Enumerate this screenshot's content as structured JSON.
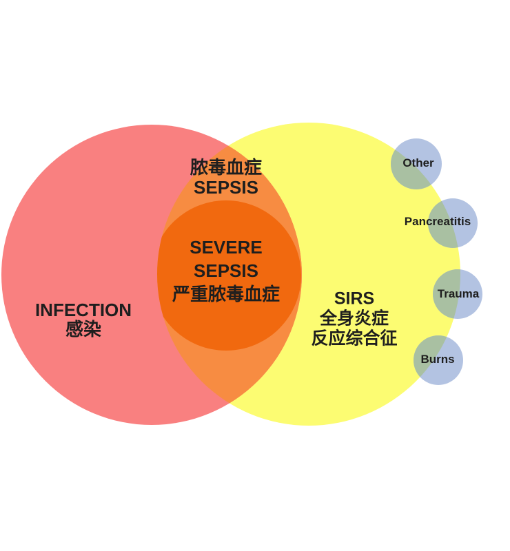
{
  "diagram": {
    "type": "venn-diagram-sepsis",
    "regions": {
      "infection": {
        "line1_en": "INFECTION",
        "line2_zh": "感染"
      },
      "sepsis_overlap": {
        "line1_zh": "脓毒血症",
        "line2_en": "SEPSIS"
      },
      "severe_sepsis": {
        "line1_en": "SEVERE",
        "line2_en": "SEPSIS",
        "line3_zh": "严重脓毒血症"
      },
      "sirs": {
        "line1_en": "SIRS",
        "line2_zh": "全身炎症",
        "line3_zh": "反应综合征"
      }
    },
    "satellites": [
      {
        "label": "Other"
      },
      {
        "label": "Pancreatitis"
      },
      {
        "label": "Trauma"
      },
      {
        "label": "Burns"
      }
    ],
    "colors": {
      "infection_circle": "#F98080",
      "sirs_circle": "#FCFC72",
      "sepsis_overlap": "#F78C42",
      "severe_sepsis_circle": "#F1690F",
      "satellite_circle": "#B3C3E2",
      "satellite_overlap_on_sirs": "#A9C0A2",
      "text": "#1E1E1E",
      "background": "#FFFFFF"
    }
  }
}
